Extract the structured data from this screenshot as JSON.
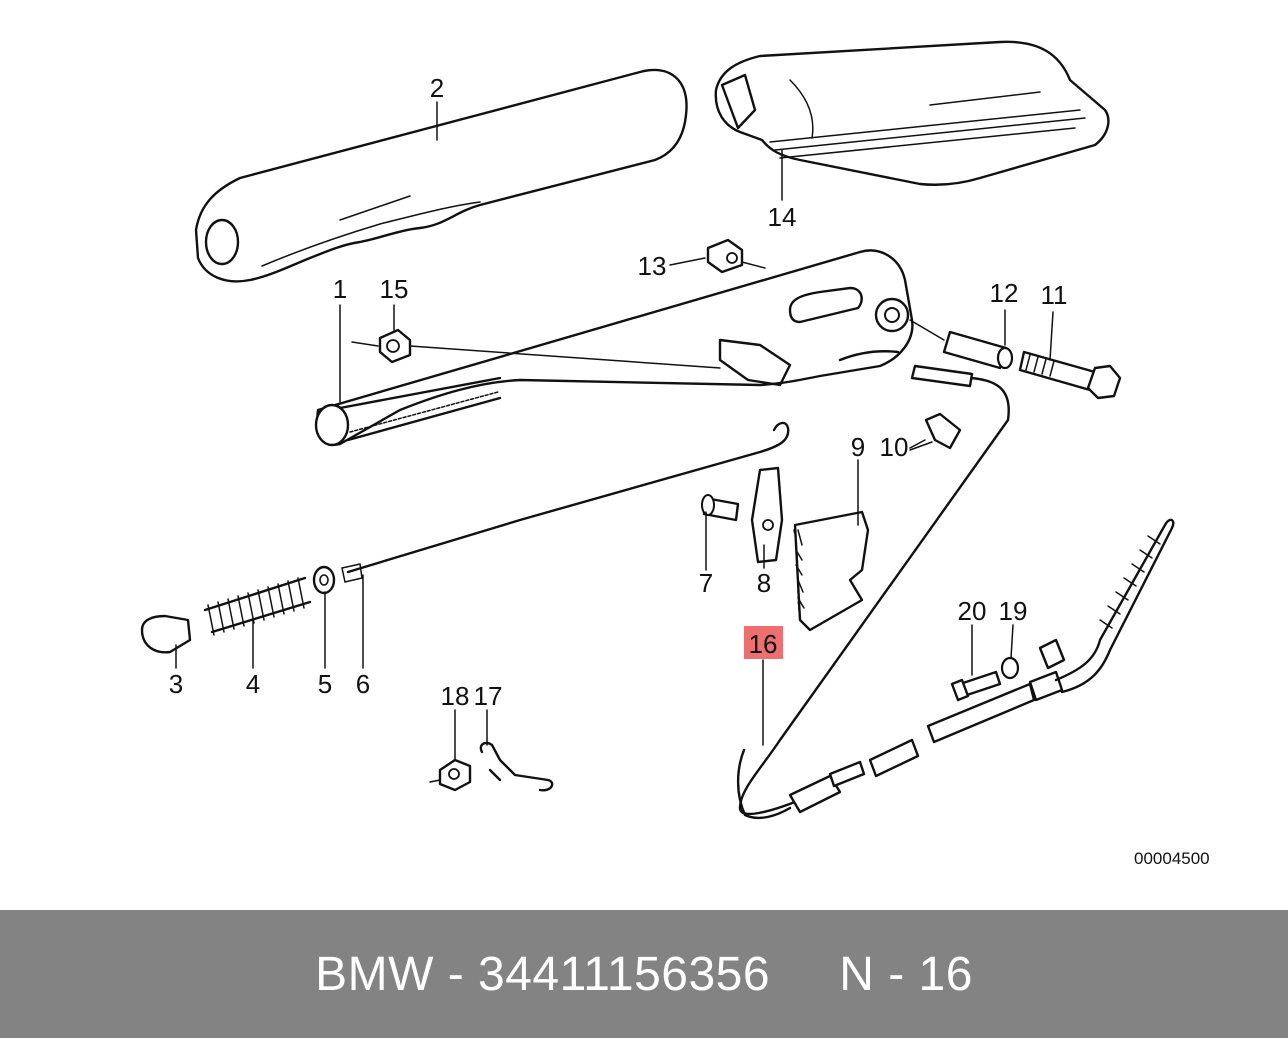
{
  "diagram": {
    "callouts": [
      {
        "id": "1",
        "label": "1"
      },
      {
        "id": "2",
        "label": "2"
      },
      {
        "id": "3",
        "label": "3"
      },
      {
        "id": "4",
        "label": "4"
      },
      {
        "id": "5",
        "label": "5"
      },
      {
        "id": "6",
        "label": "6"
      },
      {
        "id": "7",
        "label": "7"
      },
      {
        "id": "8",
        "label": "8"
      },
      {
        "id": "9",
        "label": "9"
      },
      {
        "id": "10",
        "label": "10"
      },
      {
        "id": "11",
        "label": "11"
      },
      {
        "id": "12",
        "label": "12"
      },
      {
        "id": "13",
        "label": "13"
      },
      {
        "id": "14",
        "label": "14"
      },
      {
        "id": "15",
        "label": "15"
      },
      {
        "id": "16",
        "label": "16",
        "highlighted": true
      },
      {
        "id": "17",
        "label": "17"
      },
      {
        "id": "18",
        "label": "18"
      },
      {
        "id": "19",
        "label": "19"
      },
      {
        "id": "20",
        "label": "20"
      }
    ],
    "diagram_number": "00004500",
    "highlight_color": "#ee6f6f"
  },
  "footer": {
    "text": "BMW - 34411156356     N - 16",
    "background": "#838383",
    "text_color": "#ffffff"
  }
}
